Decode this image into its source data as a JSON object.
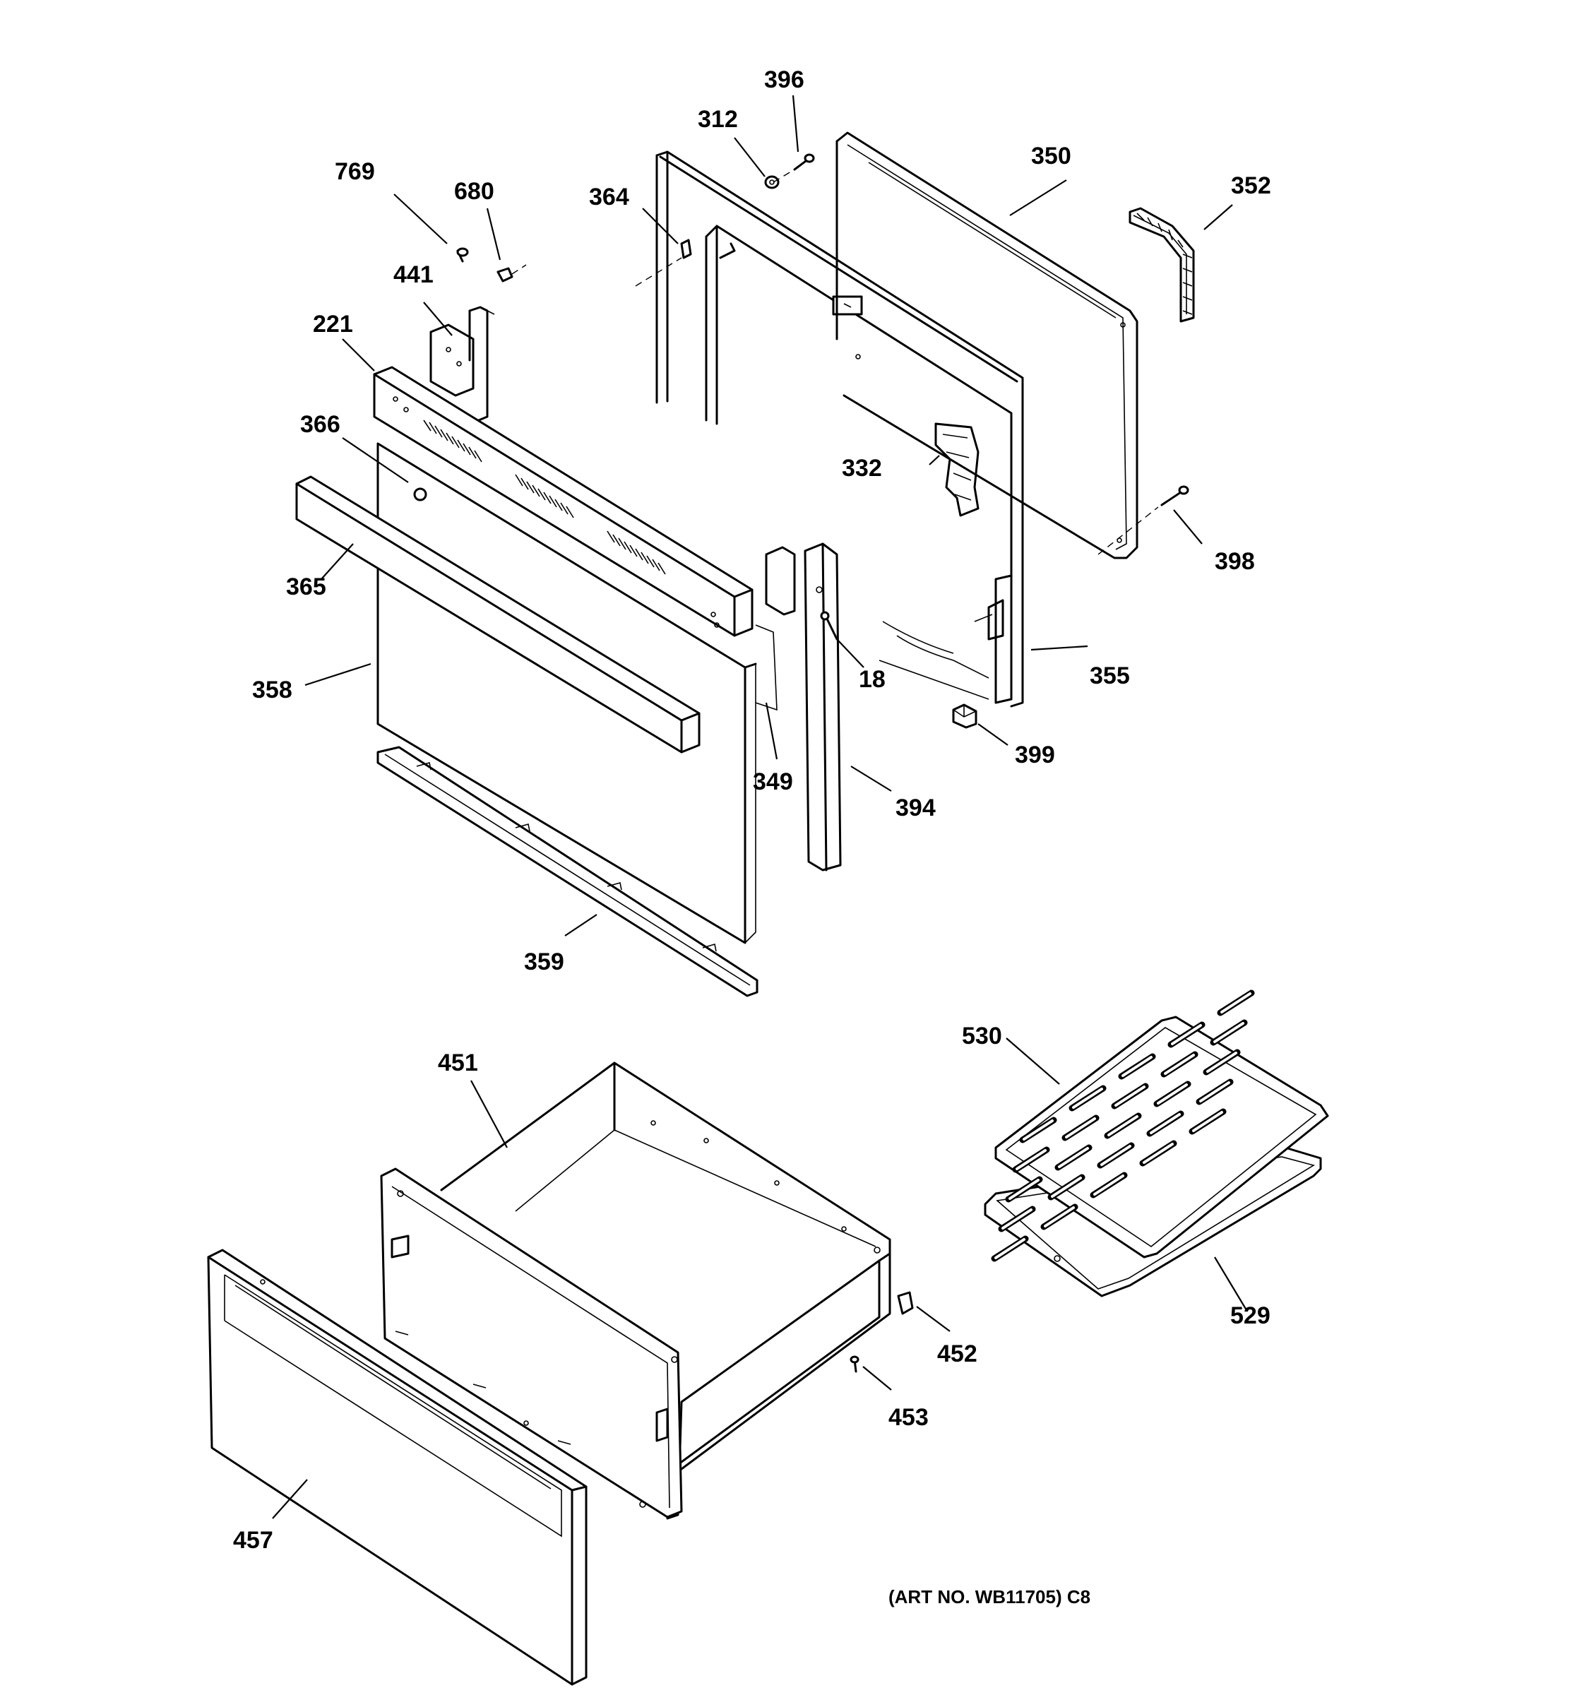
{
  "diagram": {
    "labels": {
      "p18": "18",
      "p221": "221",
      "p312": "312",
      "p332": "332",
      "p349": "349",
      "p350": "350",
      "p352": "352",
      "p355": "355",
      "p358": "358",
      "p359": "359",
      "p364": "364",
      "p365": "365",
      "p366": "366",
      "p394": "394",
      "p396": "396",
      "p398": "398",
      "p399": "399",
      "p441": "441",
      "p451": "451",
      "p452": "452",
      "p453": "453",
      "p457": "457",
      "p529": "529",
      "p530": "530",
      "p680": "680",
      "p769": "769"
    },
    "art_number": "(ART NO. WB11705) C8"
  }
}
